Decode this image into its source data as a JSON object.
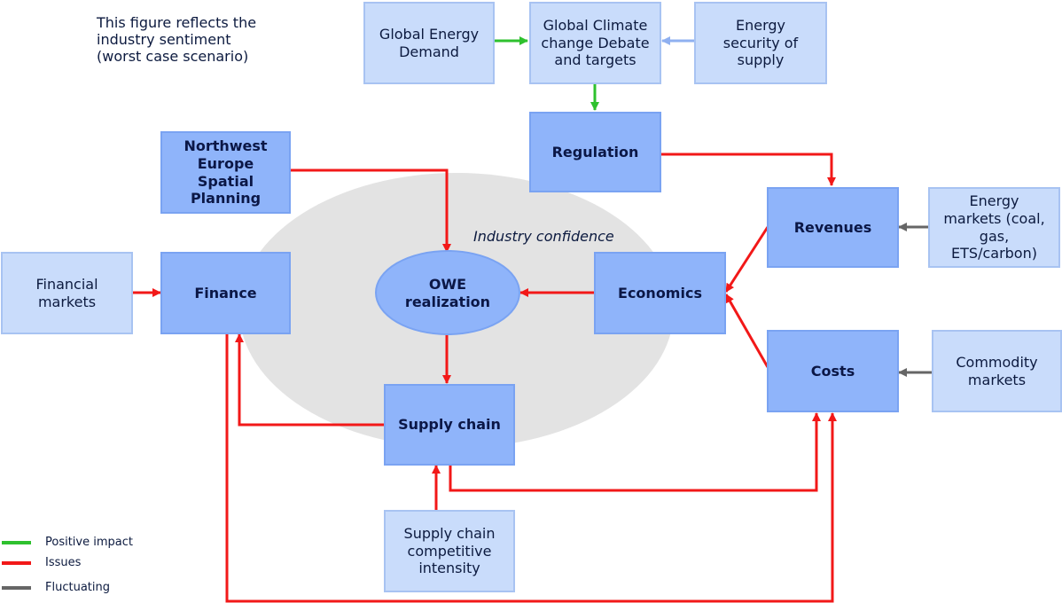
{
  "note": "This figure reflects the\nindustry sentiment\n(worst case scenario)",
  "zone_label": "Industry confidence",
  "nodes": {
    "global_energy_demand": "Global Energy\nDemand",
    "global_climate": "Global Climate\nchange Debate\nand targets",
    "energy_security": "Energy\nsecurity of\nsupply",
    "regulation": "Regulation",
    "nw_europe": "Northwest\nEurope\nSpatial\nPlanning",
    "revenues": "Revenues",
    "energy_markets": "Energy\nmarkets (coal,\ngas,\nETS/carbon)",
    "financial_markets": "Financial\nmarkets",
    "finance": "Finance",
    "owe": "OWE\nrealization",
    "economics": "Economics",
    "costs": "Costs",
    "commodity_markets": "Commodity\nmarkets",
    "supply_chain": "Supply chain",
    "supply_chain_intensity": "Supply chain\ncompetitive\nintensity"
  },
  "legend": [
    {
      "label": "Positive impact",
      "color": "#2ec12e"
    },
    {
      "label": "Issues",
      "color": "#f21818"
    },
    {
      "label": "Fluctuating",
      "color": "#666666"
    }
  ],
  "colors": {
    "positive": "#2ec12e",
    "issues": "#f21818",
    "fluctuating": "#666666",
    "info": "#8fb0f0",
    "zone": "#e3e3e3",
    "owe_fill": "#8fb4fa"
  }
}
